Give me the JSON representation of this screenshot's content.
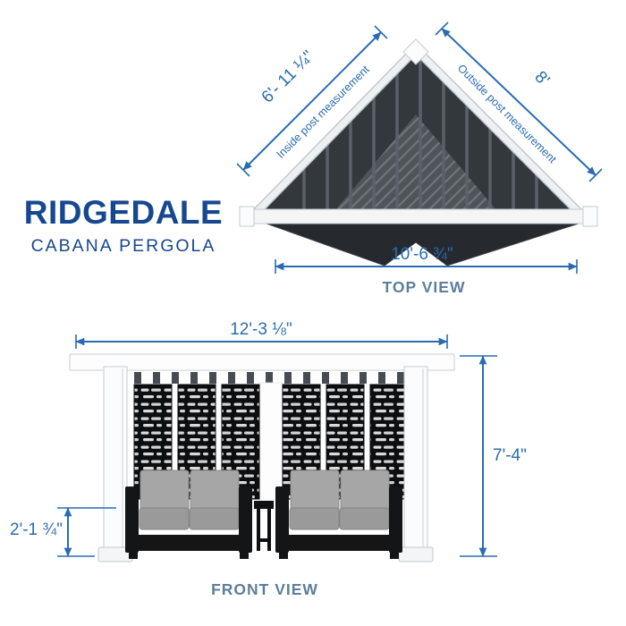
{
  "colors": {
    "dimension_blue": "#2a6cb0",
    "title_blue": "#17488f",
    "view_label": "#5d7f9c"
  },
  "title": {
    "name": "RIDGEDALE",
    "subtitle": "CABANA PERGOLA"
  },
  "top_view": {
    "label": "TOP VIEW",
    "inside": {
      "value": "6'- 11 ¼\"",
      "caption": "Inside post measurement"
    },
    "outside": {
      "value": "8'",
      "caption": "Outside post measurement"
    },
    "width": "10'-6 ¾\""
  },
  "front_view": {
    "label": "FRONT VIEW",
    "width": "12'-3 ⅛\"",
    "height": "7'-4\"",
    "seat_height": "2'-1 ¾\""
  }
}
